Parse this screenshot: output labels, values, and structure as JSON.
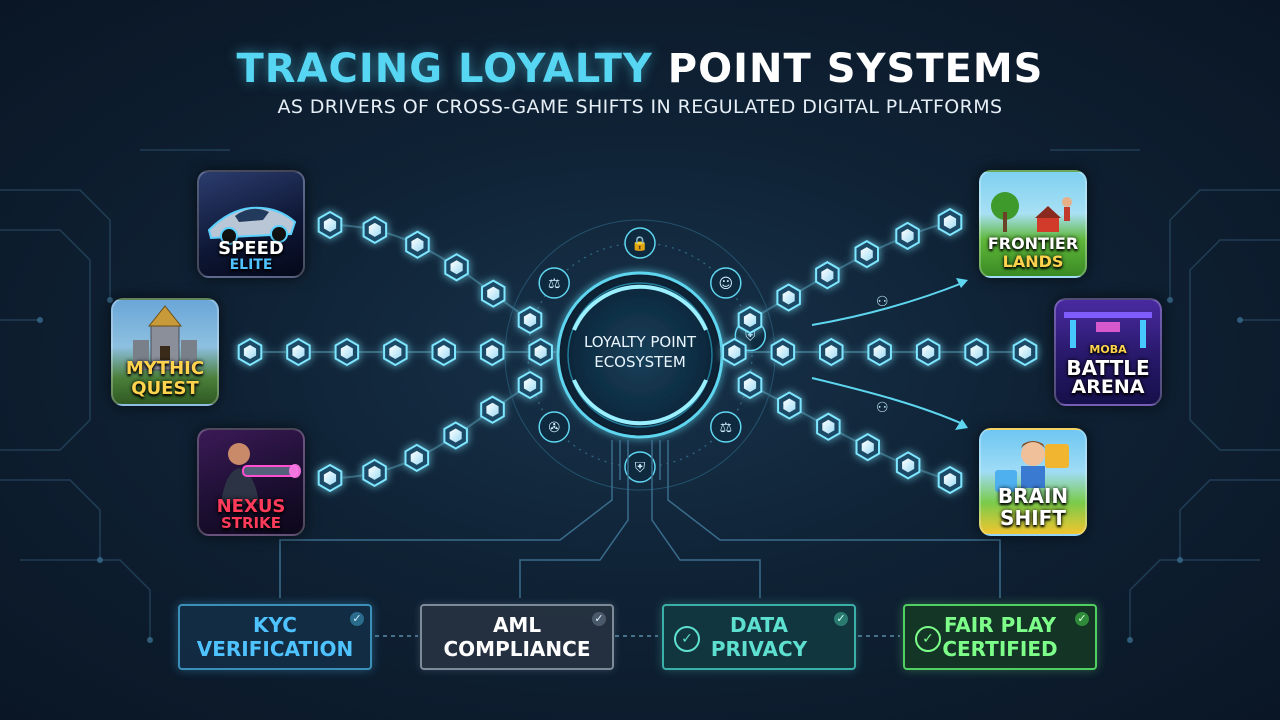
{
  "header": {
    "title_accent": "TRACING LOYALTY",
    "title_main": "POINT SYSTEMS",
    "subtitle": "AS DRIVERS OF CROSS-GAME SHIFTS IN REGULATED DIGITAL PLATFORMS"
  },
  "hub": {
    "line1": "LOYALTY POINT",
    "line2": "ECOSYSTEM",
    "icons": [
      "lock-icon",
      "id-badge-icon",
      "scales-icon",
      "shield-icon",
      "shield-icon",
      "satellite-icon",
      "scales-icon"
    ]
  },
  "source_games": [
    {
      "line1": "SPEED",
      "line2": "ELITE",
      "color1": "#ffffff",
      "color2": "#4fc3ff"
    },
    {
      "line1": "MYTHIC",
      "line2": "QUEST",
      "color1": "#ffd34d",
      "color2": "#ffd34d"
    },
    {
      "line1": "NEXUS",
      "line2": "STRIKE",
      "color1": "#ff3b5c",
      "color2": "#ff3b5c"
    }
  ],
  "target_games": [
    {
      "line1": "FRONTIER",
      "line2": "LANDS",
      "color1": "#ffffff",
      "color2": "#ffd34d"
    },
    {
      "badge": "MOBA",
      "line1": "BATTLE",
      "line2": "ARENA",
      "color1": "#ffffff",
      "color2": "#ffffff"
    },
    {
      "line1": "BRAIN",
      "line2": "SHIFT",
      "color1": "#ffffff",
      "color2": "#ffffff"
    }
  ],
  "compliance": [
    {
      "line1": "KYC",
      "line2": "VERIFICATION",
      "color": "#4fc3ff",
      "check_large": false
    },
    {
      "line1": "AML",
      "line2": "COMPLIANCE",
      "color": "#ffffff",
      "check_large": false
    },
    {
      "line1": "DATA",
      "line2": "PRIVACY",
      "color": "#5ee0d0",
      "check_large": true
    },
    {
      "line1": "FAIR PLAY",
      "line2": "CERTIFIED",
      "color": "#7dff8a",
      "check_large": true
    }
  ],
  "colors": {
    "accent": "#56d6f2",
    "token_fill": "#cfefff",
    "token_glow": "#7fe6ff",
    "circuit": "#2a4c66"
  }
}
